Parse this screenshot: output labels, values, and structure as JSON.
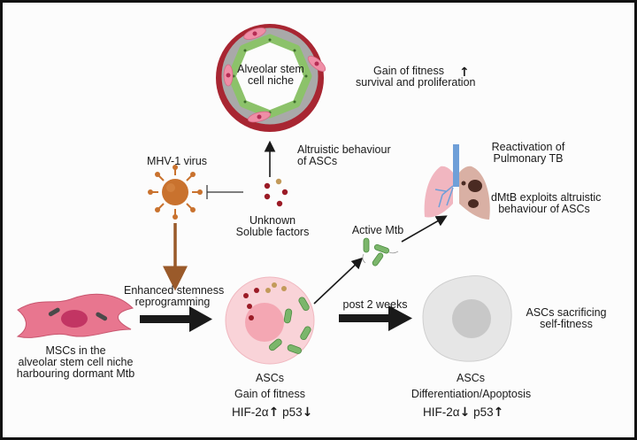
{
  "figure": {
    "niche_label": [
      "Alveolar stem",
      "cell niche"
    ],
    "gain_fitness_label": [
      "Gain of fitness",
      "survival and proliferation"
    ],
    "altruistic_label": [
      "Altruistic behaviour",
      "of ASCs"
    ],
    "mhv_label": "MHV-1 virus",
    "soluble_label": [
      "Unknown",
      "Soluble factors"
    ],
    "reactivation_label": [
      "Reactivation of",
      "Pulmonary TB"
    ],
    "dmtb_label": [
      "dMtB exploits altruistic",
      "behaviour of ASCs"
    ],
    "active_mtb_label": "Active Mtb",
    "enhanced_label": [
      "Enhanced stemness",
      "reprogramming"
    ],
    "post_label": "post 2 weeks",
    "sacrificing_label": [
      "ASCs sacrificing",
      "self-fitness"
    ],
    "mscs_label": [
      "MSCs in the",
      "alveolar stem cell niche",
      "harbouring dormant Mtb"
    ],
    "ascs_left": {
      "title": "ASCs",
      "subtitle": "Gain of fitness",
      "hif": "HIF-2α",
      "hif_dir": "up",
      "p53": "p53",
      "p53_dir": "down"
    },
    "ascs_right": {
      "title": "ASCs",
      "subtitle": "Differentiation/Apoptosis",
      "hif": "HIF-2α",
      "hif_dir": "down",
      "p53": "p53",
      "p53_dir": "up"
    },
    "arrow_up_glyph": "🠕",
    "arrow_down_glyph": "🠗",
    "colors": {
      "msc_pink": "#e8768f",
      "asc_pink": "#f9d3d8",
      "asc_nucleus": "#f4a7b3",
      "mtb_green": "#7bb66b",
      "virus_orange": "#c9722e",
      "virus_stem": "#9a5a2a",
      "grey_cell": "#e6e6e6",
      "grey_nucleus": "#c8c8c8",
      "dark_red": "#9b1b26",
      "gold_dot": "#c29a5a",
      "lung_pink": "#f1b6c0",
      "lung_tan": "#d9b0a4",
      "trachea_blue": "#6f9fd8"
    }
  }
}
